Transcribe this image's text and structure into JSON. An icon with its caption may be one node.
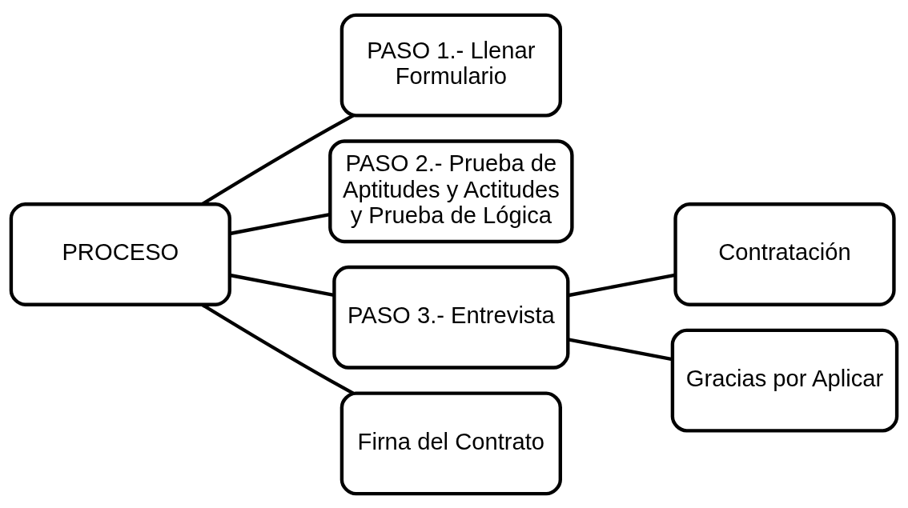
{
  "diagram": {
    "nodes": [
      {
        "text": [
          "PROCESO"
        ]
      },
      {
        "text": [
          "PASO 1.- Llenar Formulario"
        ]
      },
      {
        "text": [
          "PASO 2.- Prueba de Aptitudes y Actitudes y Prueba de Lógica"
        ]
      },
      {
        "text": [
          "PASO 3.- Entrevista"
        ]
      },
      {
        "text": [
          "Firna del Contrato"
        ]
      },
      {
        "text": [
          "Contratación"
        ]
      },
      {
        "text": [
          "Gracias por Aplicar"
        ]
      }
    ],
    "edges": [
      {
        "from": 0,
        "to": 1,
        "arrow": "none"
      },
      {
        "from": 0,
        "to": 2,
        "arrow": "none"
      },
      {
        "from": 0,
        "to": 3,
        "arrow": "none"
      },
      {
        "from": 0,
        "to": 4,
        "arrow": "none"
      },
      {
        "from": 3,
        "to": 5,
        "arrow": "none"
      },
      {
        "from": 3,
        "to": 6,
        "arrow": "none"
      }
    ]
  }
}
